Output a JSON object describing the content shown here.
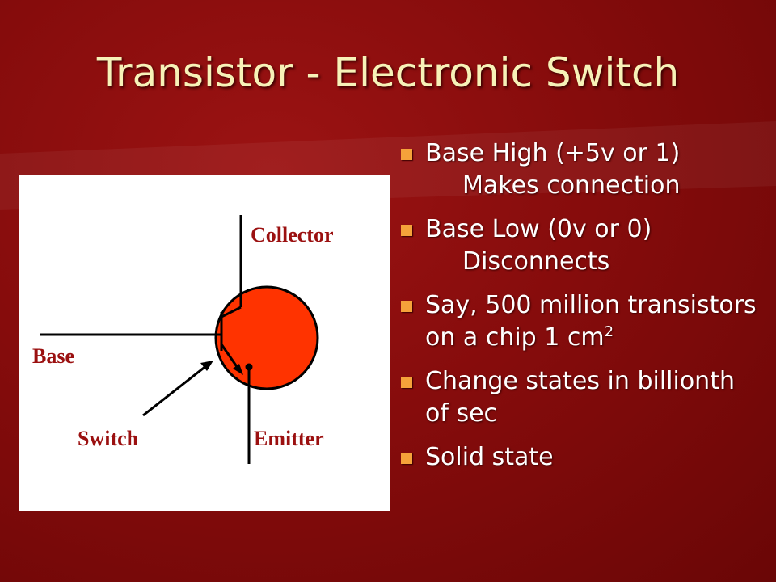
{
  "slide": {
    "title": "Transistor - Electronic Switch"
  },
  "diagram": {
    "labels": {
      "collector": "Collector",
      "base": "Base",
      "switch": "Switch",
      "emitter": "Emitter"
    },
    "colors": {
      "body_fill": "#ff3300",
      "label": "#9b1010",
      "background": "#860c0c",
      "title": "#f7f2b8",
      "bullet": "#f5a23a"
    }
  },
  "bullets": [
    {
      "line1": "Base High (+5v or 1)",
      "line2": "Makes connection"
    },
    {
      "line1": "Base Low (0v or 0)",
      "line2": "Disconnects"
    },
    {
      "line1": "Say, 500 million transistors on a chip 1 cm",
      "sup": "2"
    },
    {
      "line1": "Change states in billionth of sec"
    },
    {
      "line1": "Solid state"
    }
  ]
}
